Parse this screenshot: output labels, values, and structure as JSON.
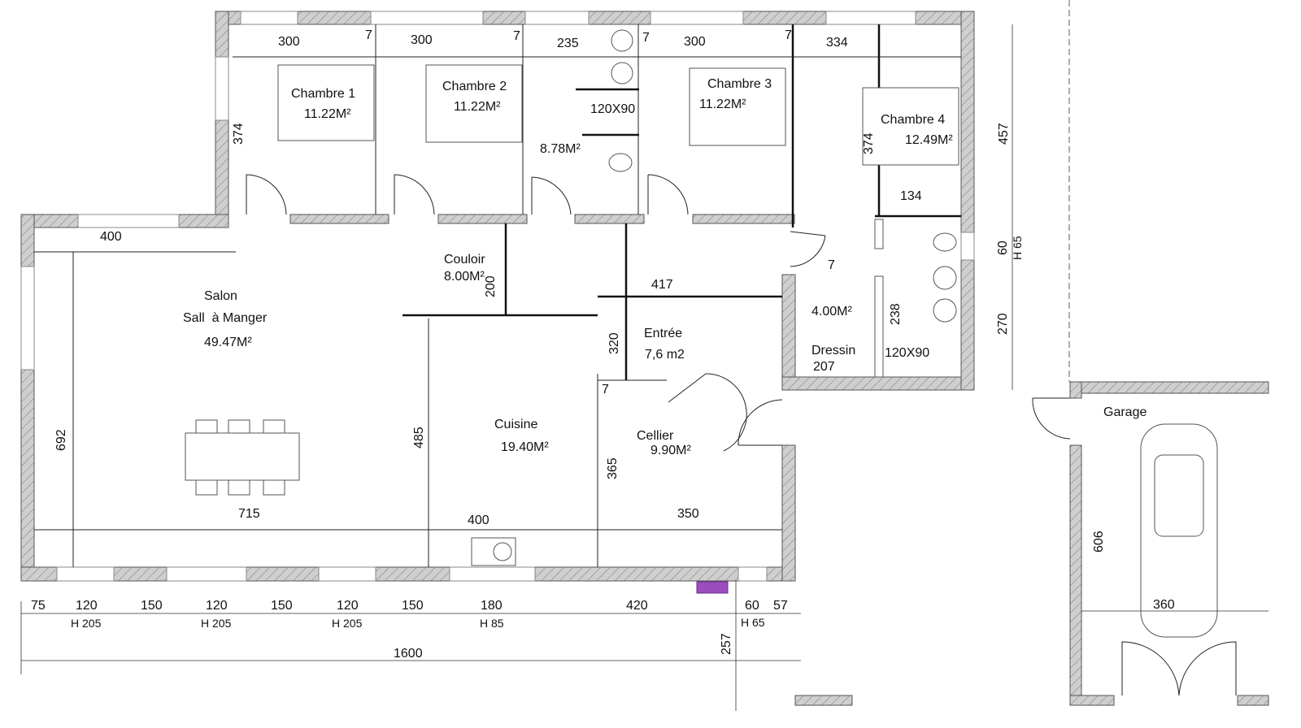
{
  "rooms": {
    "chambre1": {
      "name": "Chambre 1",
      "area": "11.22M²"
    },
    "chambre2": {
      "name": "Chambre 2",
      "area": "11.22M²"
    },
    "sdb": {
      "area": "8.78M²",
      "shower": "120X90"
    },
    "chambre3": {
      "name": "Chambre 3",
      "area": "11.22M²"
    },
    "chambre4": {
      "name": "Chambre 4",
      "area": "12.49M²"
    },
    "salon": {
      "name1": "Salon",
      "name2": "Sall  à Manger",
      "area": "49.47M²"
    },
    "couloir": {
      "name": "Couloir",
      "area": "8.00M²"
    },
    "entree": {
      "name": "Entrée",
      "area": "7,6 m2"
    },
    "cuisine": {
      "name": "Cuisine",
      "area": "19.40M²"
    },
    "cellier": {
      "name": "Cellier",
      "area": "9.90M²"
    },
    "dressing": {
      "name": "Dressin",
      "area": "4.00M²",
      "width": "207"
    },
    "sde": {
      "shower": "120X90"
    },
    "garage": {
      "name": "Garage"
    }
  },
  "dimensions": {
    "top": [
      "300",
      "7",
      "300",
      "7",
      "235",
      "7",
      "300",
      "7",
      "334"
    ],
    "v374a": "374",
    "v374b": "374",
    "d134": "134",
    "d7": "7",
    "d7b": "7",
    "d400": "400",
    "d417": "417",
    "d200": "200",
    "d320": "320",
    "d238": "238",
    "d692": "692",
    "d485": "485",
    "d365": "365",
    "d715": "715",
    "d400b": "400",
    "d350": "350",
    "right": {
      "r457": "457",
      "r60": "60",
      "rh65": "H 65",
      "r270": "270"
    },
    "bottom": [
      "75",
      "120",
      "150",
      "120",
      "150",
      "120",
      "150",
      "180",
      "420",
      "60",
      "57"
    ],
    "bottom_heights": [
      "H 205",
      "H 205",
      "H 205",
      "H 85",
      "H 65"
    ],
    "total": "1600",
    "d257": "257",
    "garage": {
      "g606": "606",
      "g360": "360"
    }
  },
  "colors": {
    "marker": "#9b4dbf",
    "wall": "#c8c8c8"
  }
}
